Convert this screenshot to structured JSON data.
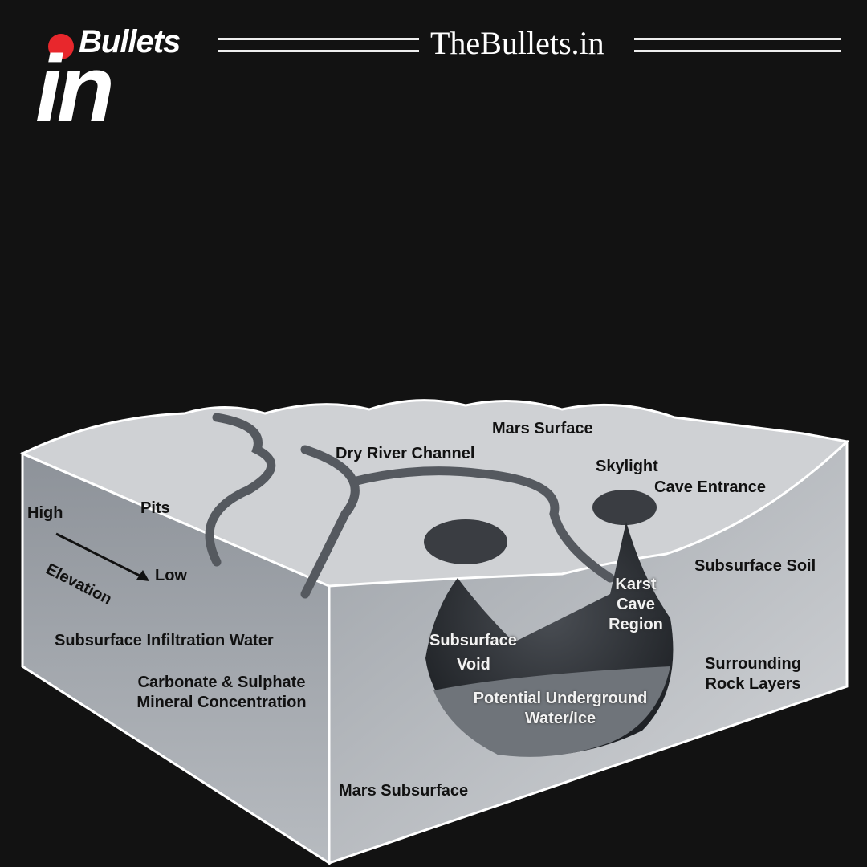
{
  "branding": {
    "logo_word": "Bullets",
    "logo_in": "in",
    "site_name": "TheBullets.in",
    "accent": "#e8272c"
  },
  "diagram": {
    "labels": {
      "mars_surface": "Mars Surface",
      "dry_river_channel": "Dry River Channel",
      "skylight": "Skylight",
      "cave_entrance": "Cave  Entrance",
      "high": "High",
      "pits": "Pits",
      "elevation": "Elevation",
      "low": "Low",
      "subsurface_soil": "Subsurface Soil",
      "karst_1": "Karst",
      "karst_2": "Cave",
      "karst_3": "Region",
      "infiltration": "Subsurface Infiltration Water",
      "void_1": "Subsurface",
      "void_2": "Void",
      "surrounding_1": "Surrounding",
      "surrounding_2": "Rock Layers",
      "mineral_1": "Carbonate & Sulphate",
      "mineral_2": "Mineral Concentration",
      "water_1": "Potential Underground",
      "water_2": "Water/Ice",
      "mars_subsurface": "Mars Subsurface"
    }
  }
}
